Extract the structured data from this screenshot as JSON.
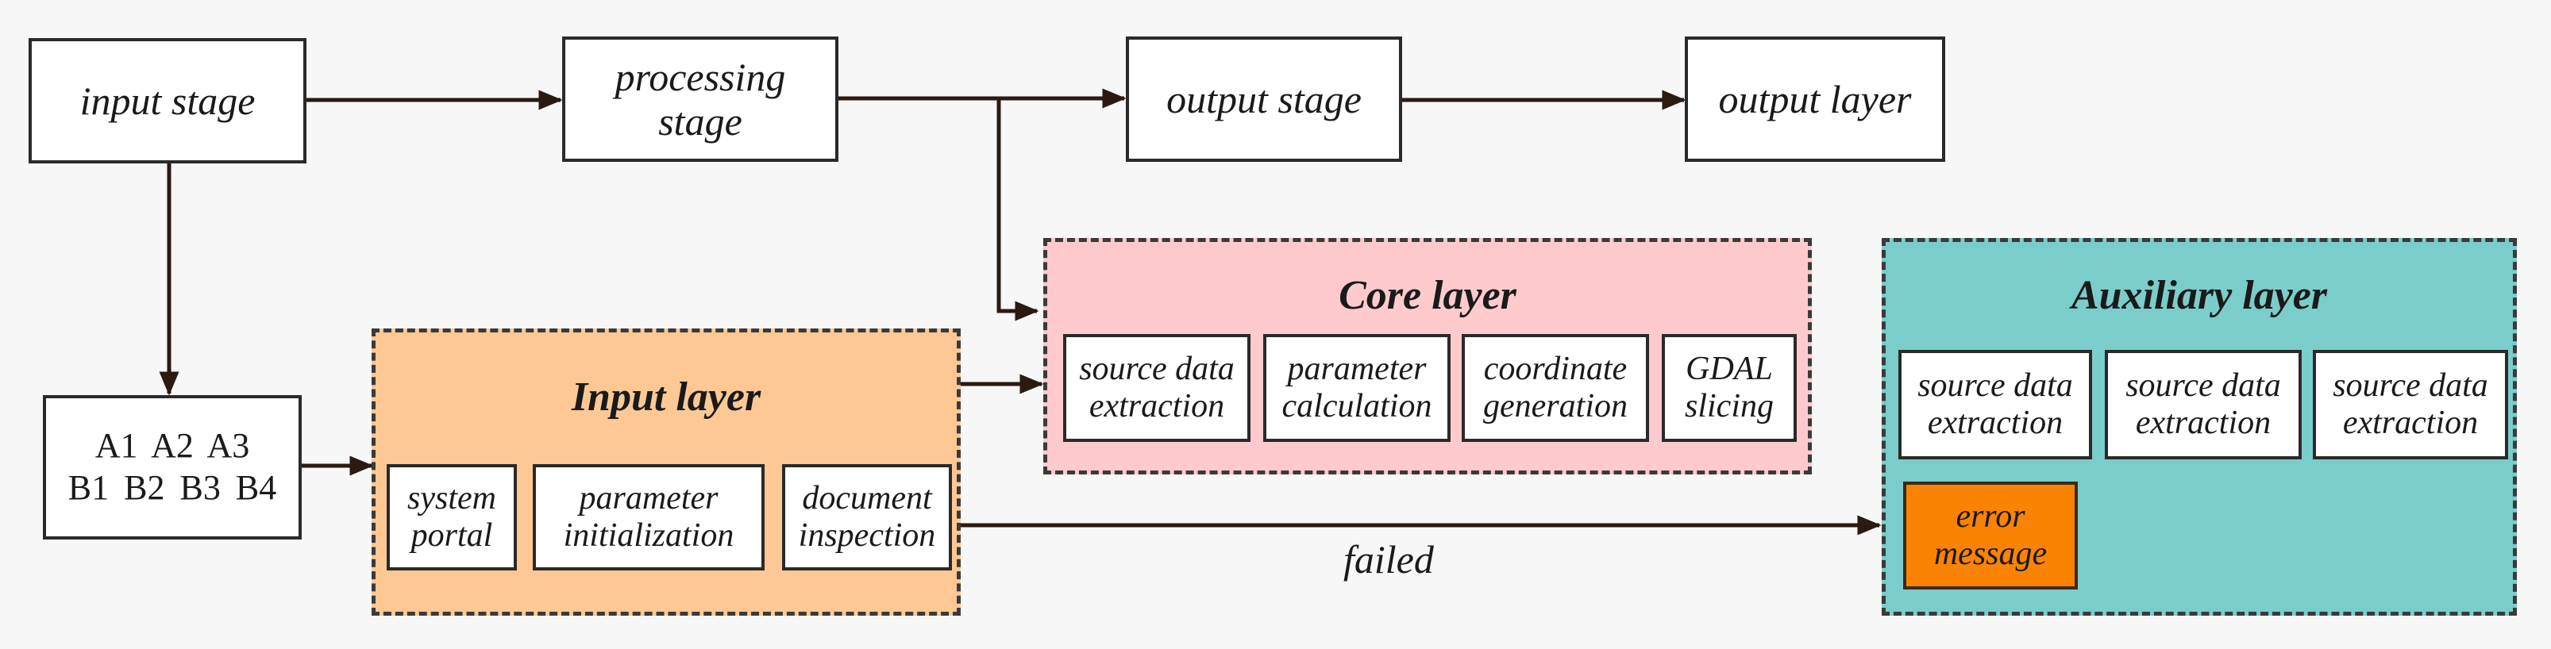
{
  "stages": {
    "input": "input stage",
    "processing": "processing stage",
    "output": "output stage",
    "output_layer": "output layer"
  },
  "codes": {
    "row1": "A1 A2 A3",
    "row2": "B1 B2 B3 B4"
  },
  "input_layer": {
    "title": "Input layer",
    "items": [
      "system portal",
      "parameter initialization",
      "document inspection"
    ]
  },
  "core_layer": {
    "title": "Core layer",
    "items": [
      "source data extraction",
      "parameter calculation",
      "coordinate generation",
      "GDAL slicing"
    ]
  },
  "auxiliary_layer": {
    "title": "Auxiliary layer",
    "items": [
      "source data extraction",
      "source data extraction",
      "source data extraction"
    ],
    "error": "error message"
  },
  "edge_label": "failed",
  "colors": {
    "input_layer": "#fdc894",
    "core_layer": "#fecacd",
    "auxiliary_layer": "#7bcdcb",
    "error_box": "#fb8304",
    "line": "#2a1a12"
  }
}
